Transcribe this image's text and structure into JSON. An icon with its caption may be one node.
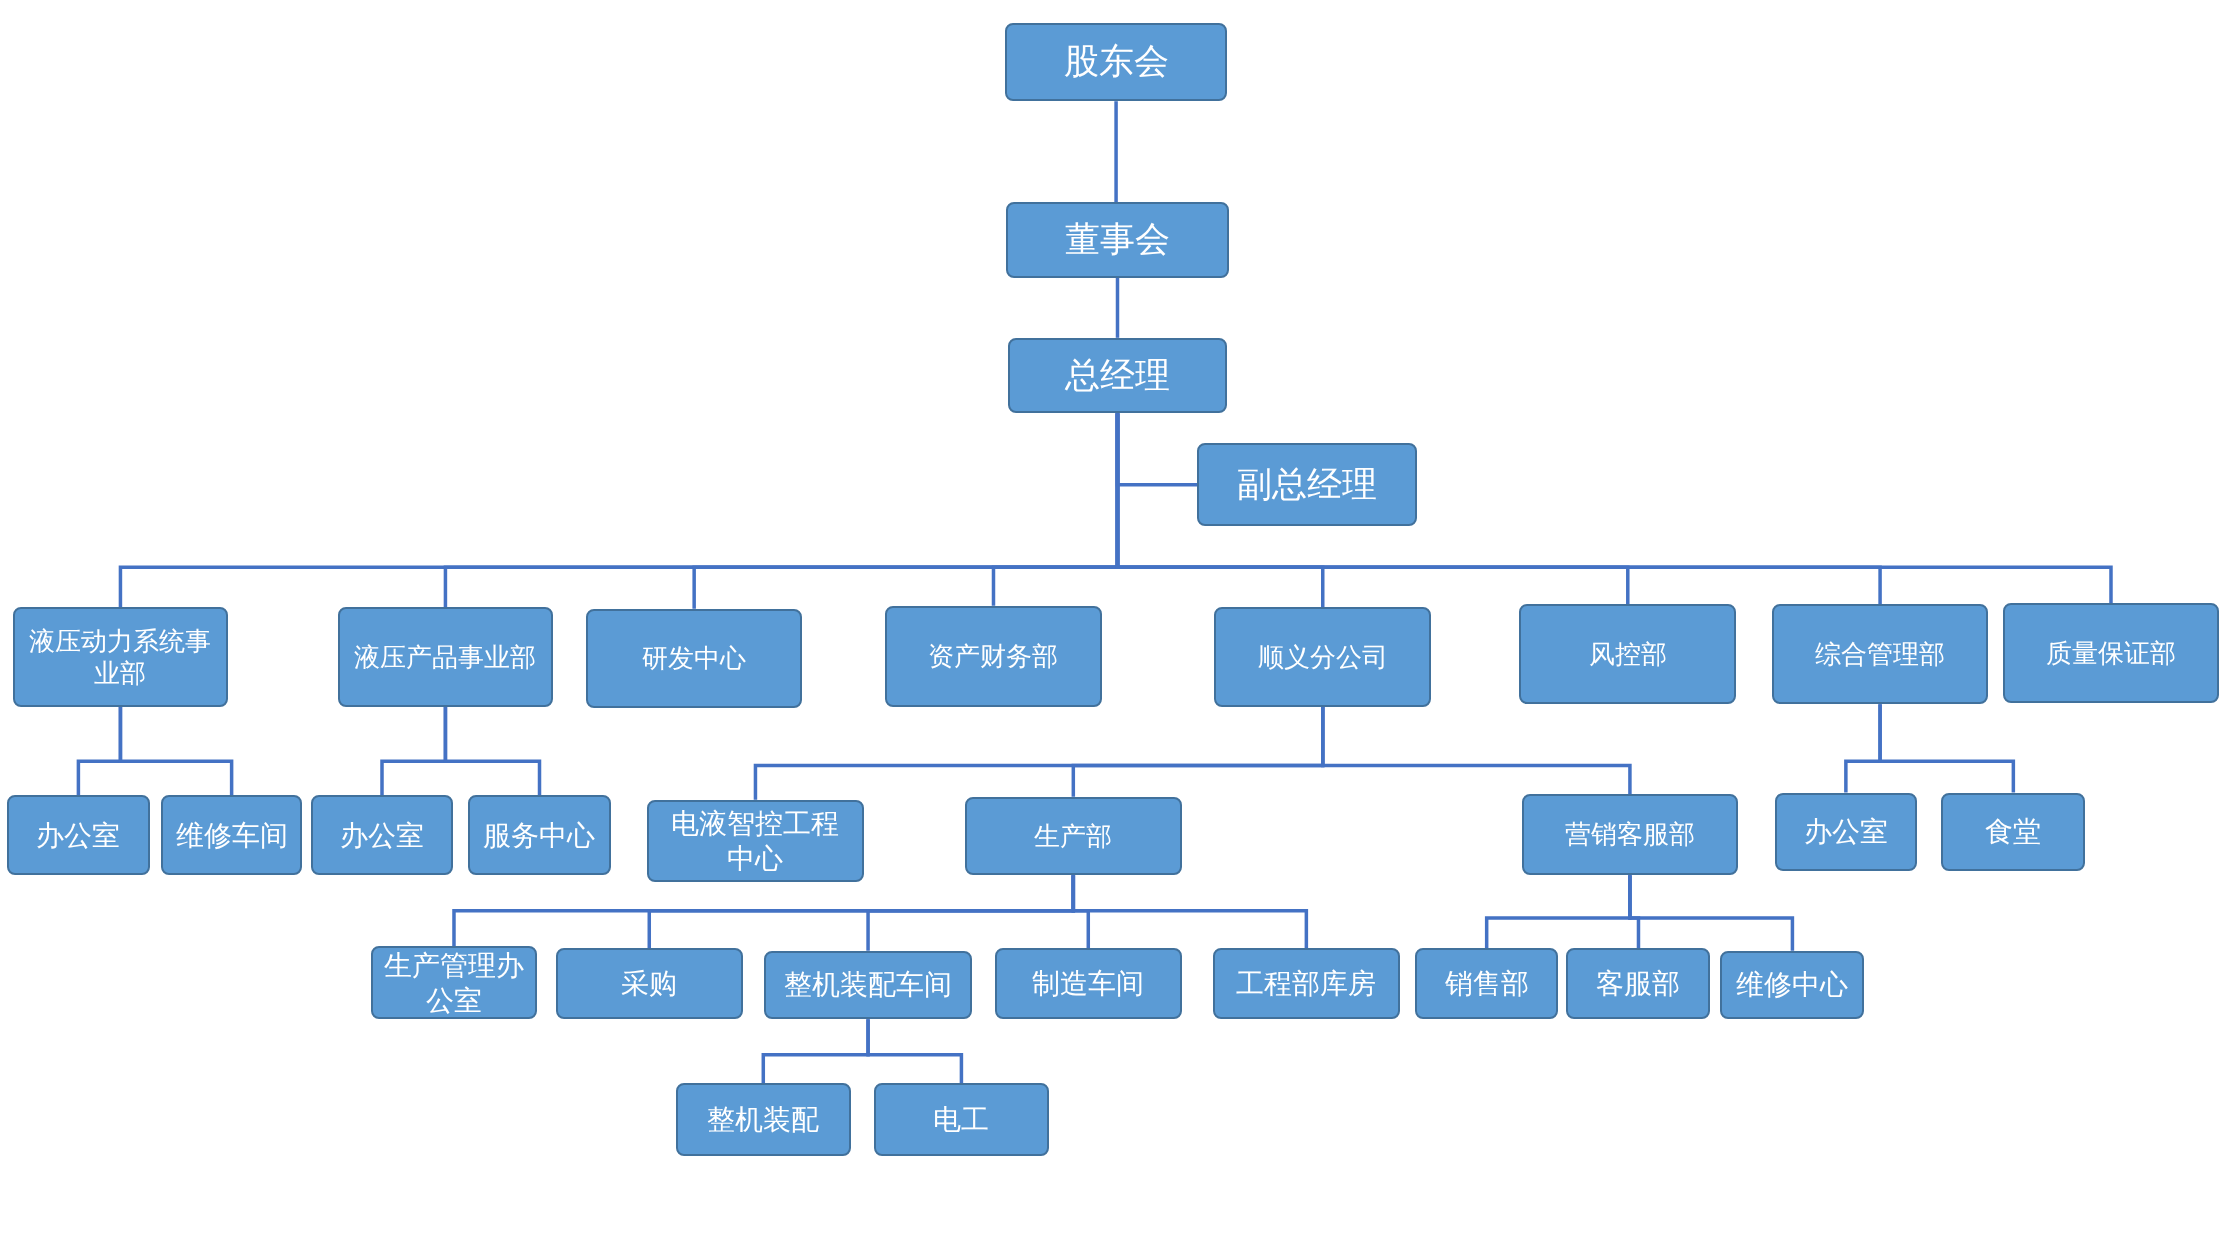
{
  "diagram": {
    "nodes": [
      {
        "text": [
          "股东会"
        ]
      },
      {
        "text": [
          "董事会"
        ]
      },
      {
        "text": [
          "总经理"
        ]
      },
      {
        "text": [
          "副总经理"
        ]
      },
      {
        "text": [
          "液压动力系统事业部"
        ]
      },
      {
        "text": [
          "液压产品事业部"
        ]
      },
      {
        "text": [
          "研发中心"
        ]
      },
      {
        "text": [
          "资产财务部"
        ]
      },
      {
        "text": [
          "顺义分公司"
        ]
      },
      {
        "text": [
          "风控部"
        ]
      },
      {
        "text": [
          "综合管理部"
        ]
      },
      {
        "text": [
          "质量保证部"
        ]
      },
      {
        "text": [
          "办公室"
        ]
      },
      {
        "text": [
          "维修车间"
        ]
      },
      {
        "text": [
          "办公室"
        ]
      },
      {
        "text": [
          "服务中心"
        ]
      },
      {
        "text": [
          "电液智控工程中心"
        ]
      },
      {
        "text": [
          "生产部"
        ]
      },
      {
        "text": [
          "营销客服部"
        ]
      },
      {
        "text": [
          "办公室"
        ]
      },
      {
        "text": [
          "食堂"
        ]
      },
      {
        "text": [
          "生产管理办公室"
        ]
      },
      {
        "text": [
          "采购"
        ]
      },
      {
        "text": [
          "整机装配车间"
        ]
      },
      {
        "text": [
          "制造车间"
        ]
      },
      {
        "text": [
          "工程部库房"
        ]
      },
      {
        "text": [
          "销售部"
        ]
      },
      {
        "text": [
          "客服部"
        ]
      },
      {
        "text": [
          "维修中心"
        ]
      },
      {
        "text": [
          "整机装配"
        ]
      },
      {
        "text": [
          "电工"
        ]
      }
    ],
    "edges": [
      {
        "from": 0,
        "to": 1,
        "arrow": "none"
      },
      {
        "from": 1,
        "to": 2,
        "arrow": "none"
      },
      {
        "from": 2,
        "to": 3,
        "arrow": "none"
      },
      {
        "from": 2,
        "to": 4,
        "arrow": "none"
      },
      {
        "from": 2,
        "to": 5,
        "arrow": "none"
      },
      {
        "from": 2,
        "to": 6,
        "arrow": "none"
      },
      {
        "from": 2,
        "to": 7,
        "arrow": "none"
      },
      {
        "from": 2,
        "to": 8,
        "arrow": "none"
      },
      {
        "from": 2,
        "to": 9,
        "arrow": "none"
      },
      {
        "from": 2,
        "to": 10,
        "arrow": "none"
      },
      {
        "from": 2,
        "to": 11,
        "arrow": "none"
      },
      {
        "from": 4,
        "to": 12,
        "arrow": "none"
      },
      {
        "from": 4,
        "to": 13,
        "arrow": "none"
      },
      {
        "from": 5,
        "to": 14,
        "arrow": "none"
      },
      {
        "from": 5,
        "to": 15,
        "arrow": "none"
      },
      {
        "from": 8,
        "to": 16,
        "arrow": "none"
      },
      {
        "from": 8,
        "to": 17,
        "arrow": "none"
      },
      {
        "from": 8,
        "to": 18,
        "arrow": "none"
      },
      {
        "from": 10,
        "to": 19,
        "arrow": "none"
      },
      {
        "from": 10,
        "to": 20,
        "arrow": "none"
      },
      {
        "from": 17,
        "to": 21,
        "arrow": "none"
      },
      {
        "from": 17,
        "to": 22,
        "arrow": "none"
      },
      {
        "from": 17,
        "to": 23,
        "arrow": "none"
      },
      {
        "from": 17,
        "to": 24,
        "arrow": "none"
      },
      {
        "from": 17,
        "to": 25,
        "arrow": "none"
      },
      {
        "from": 18,
        "to": 26,
        "arrow": "none"
      },
      {
        "from": 18,
        "to": 27,
        "arrow": "none"
      },
      {
        "from": 18,
        "to": 28,
        "arrow": "none"
      },
      {
        "from": 23,
        "to": 29,
        "arrow": "none"
      },
      {
        "from": 23,
        "to": 30,
        "arrow": "none"
      }
    ]
  }
}
